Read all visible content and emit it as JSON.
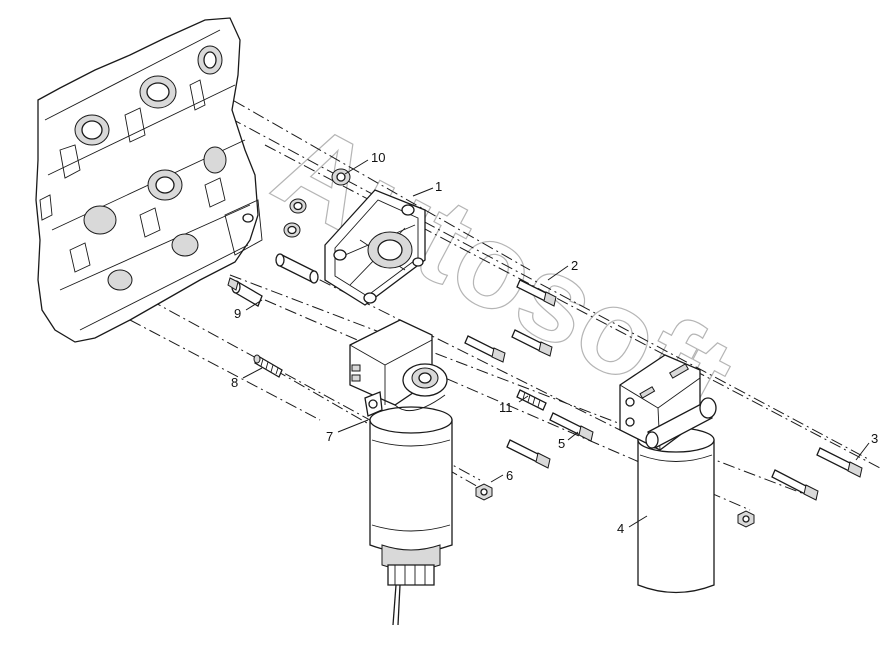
{
  "diagram": {
    "callouts": [
      "1",
      "2",
      "3",
      "4",
      "5",
      "6",
      "7",
      "8",
      "9",
      "10",
      "11"
    ],
    "watermark": "Autosoft"
  }
}
